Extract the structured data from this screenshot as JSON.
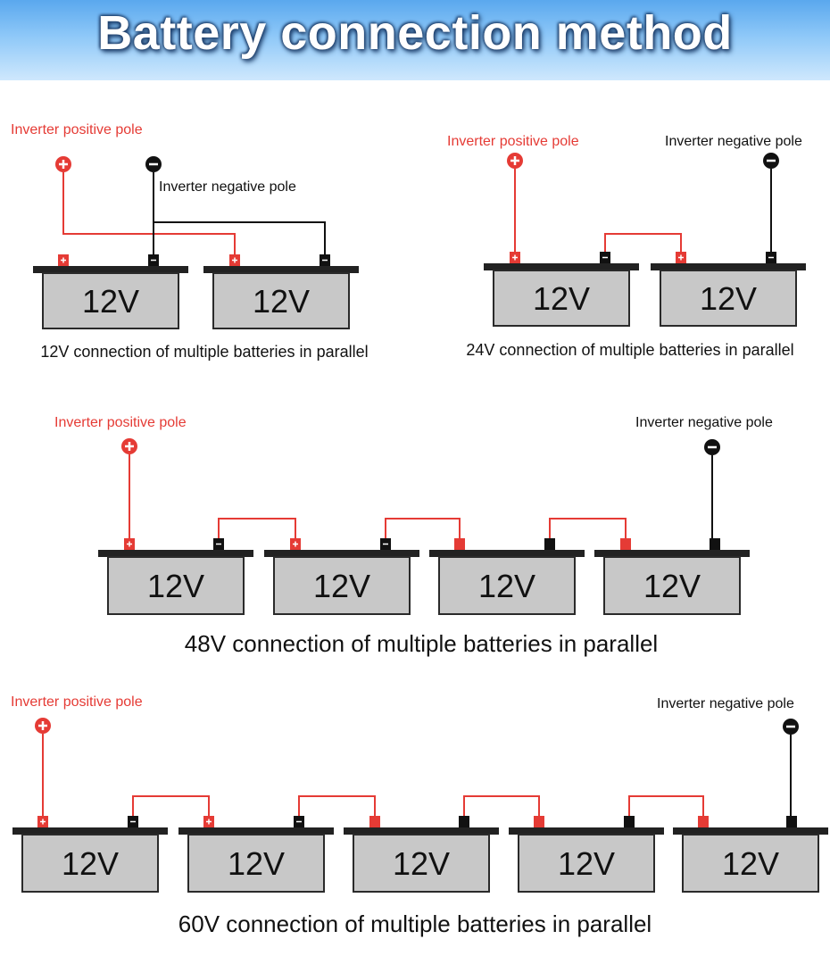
{
  "title": "Battery connection method",
  "labels": {
    "positive": "Inverter positive pole",
    "negative": "Inverter negative pole"
  },
  "battery_label": "12V",
  "diagrams": [
    {
      "caption": "12V connection of multiple batteries in parallel",
      "battery_count": 2
    },
    {
      "caption": "24V connection of multiple batteries in parallel",
      "battery_count": 2
    },
    {
      "caption": "48V connection of multiple batteries in parallel",
      "battery_count": 4
    },
    {
      "caption": "60V connection of multiple batteries in parallel",
      "battery_count": 5
    }
  ],
  "colors": {
    "positive": "#e53b35",
    "negative": "#111111",
    "battery": "#c8c8c8",
    "banner": "#7bbcf5"
  },
  "icons": {
    "positive_terminal": "plus-circle-icon",
    "negative_terminal": "minus-circle-icon"
  }
}
